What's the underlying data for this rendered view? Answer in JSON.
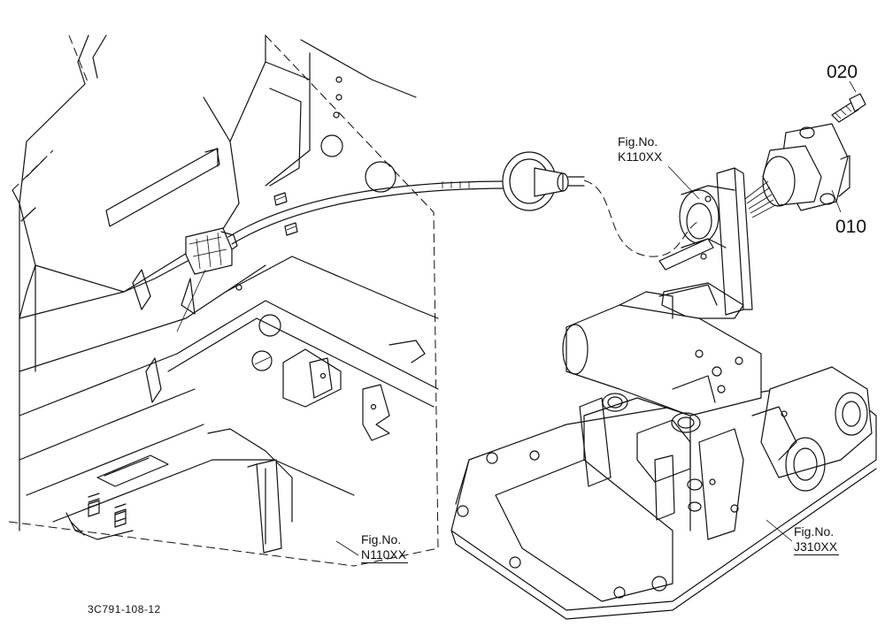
{
  "parts": [
    {
      "number": "020"
    },
    {
      "number": "010"
    }
  ],
  "figure_refs": [
    {
      "line1": "Fig.No.",
      "line2": "K110XX"
    },
    {
      "line1": "Fig.No.",
      "line2": "N110XX"
    },
    {
      "line1": "Fig.No.",
      "line2": "J310XX"
    }
  ],
  "drawing_code": "3C791-108-12",
  "colors": {
    "ink": "#111111",
    "paper": "#ffffff"
  }
}
